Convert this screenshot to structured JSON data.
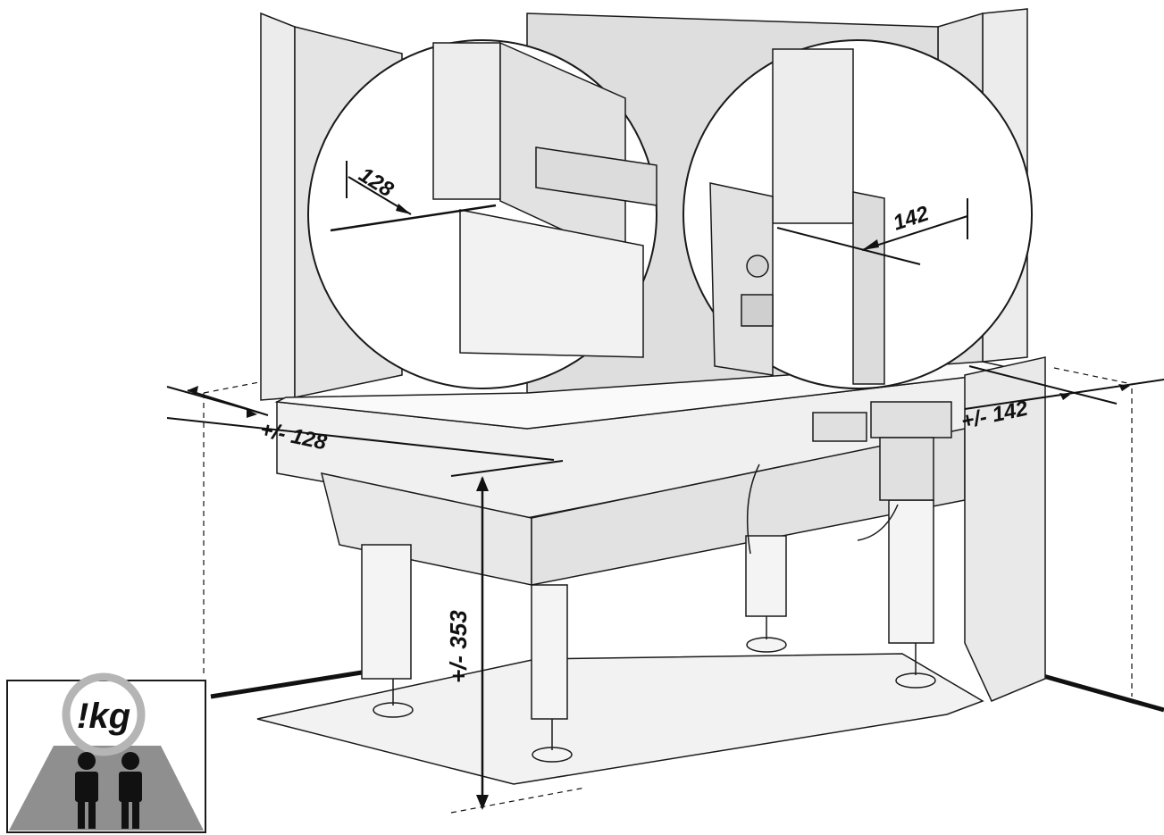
{
  "dimensions": {
    "left_width": "+/- 128",
    "right_width": "+/- 142",
    "height": "+/- 353",
    "detail_left": "128",
    "detail_right": "142"
  },
  "warning_icon": {
    "text": "!kg",
    "icon": "two-persons-weight-warning-icon"
  },
  "colors": {
    "line": "#1a1a1a",
    "metal": "#e6e6e6",
    "warning_bg": "#8f8f8f",
    "warning_ring": "#b5b5b5"
  }
}
